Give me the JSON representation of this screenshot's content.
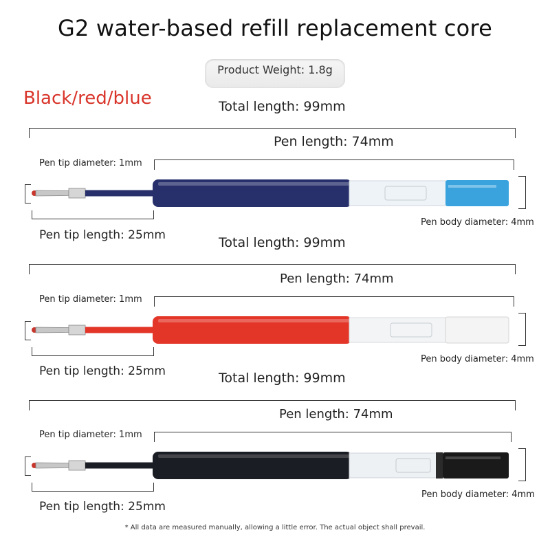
{
  "header": {
    "title": "G2 water-based refill replacement core",
    "product_weight": "Product Weight: 1.8g",
    "colors": "Black/red/blue"
  },
  "refills": [
    {
      "ink": "blue",
      "total_length": "Total length: 99mm",
      "pen_length": "Pen length: 74mm",
      "tip_diameter": "Pen tip diameter: 1mm",
      "tip_length": "Pen tip length: 25mm",
      "body_diameter": "Pen body diameter: 4mm",
      "ink_color": "#27306b",
      "cap_color": "#3aa3de"
    },
    {
      "ink": "red",
      "total_length": "Total length: 99mm",
      "pen_length": "Pen length: 74mm",
      "tip_diameter": "Pen tip diameter: 1mm",
      "tip_length": "Pen tip length: 25mm",
      "body_diameter": "Pen body diameter: 4mm",
      "ink_color": "#e33528",
      "cap_color": "#f4f4f4"
    },
    {
      "ink": "black",
      "total_length": "Total length: 99mm",
      "pen_length": "Pen length: 74mm",
      "tip_diameter": "Pen tip diameter: 1mm",
      "tip_length": "Pen tip length: 25mm",
      "body_diameter": "Pen body diameter: 4mm",
      "ink_color": "#1b1d24",
      "cap_color": "#1a1a1a"
    }
  ],
  "footnote": "* All data are measured manually, allowing a little error. The actual object shall prevail."
}
